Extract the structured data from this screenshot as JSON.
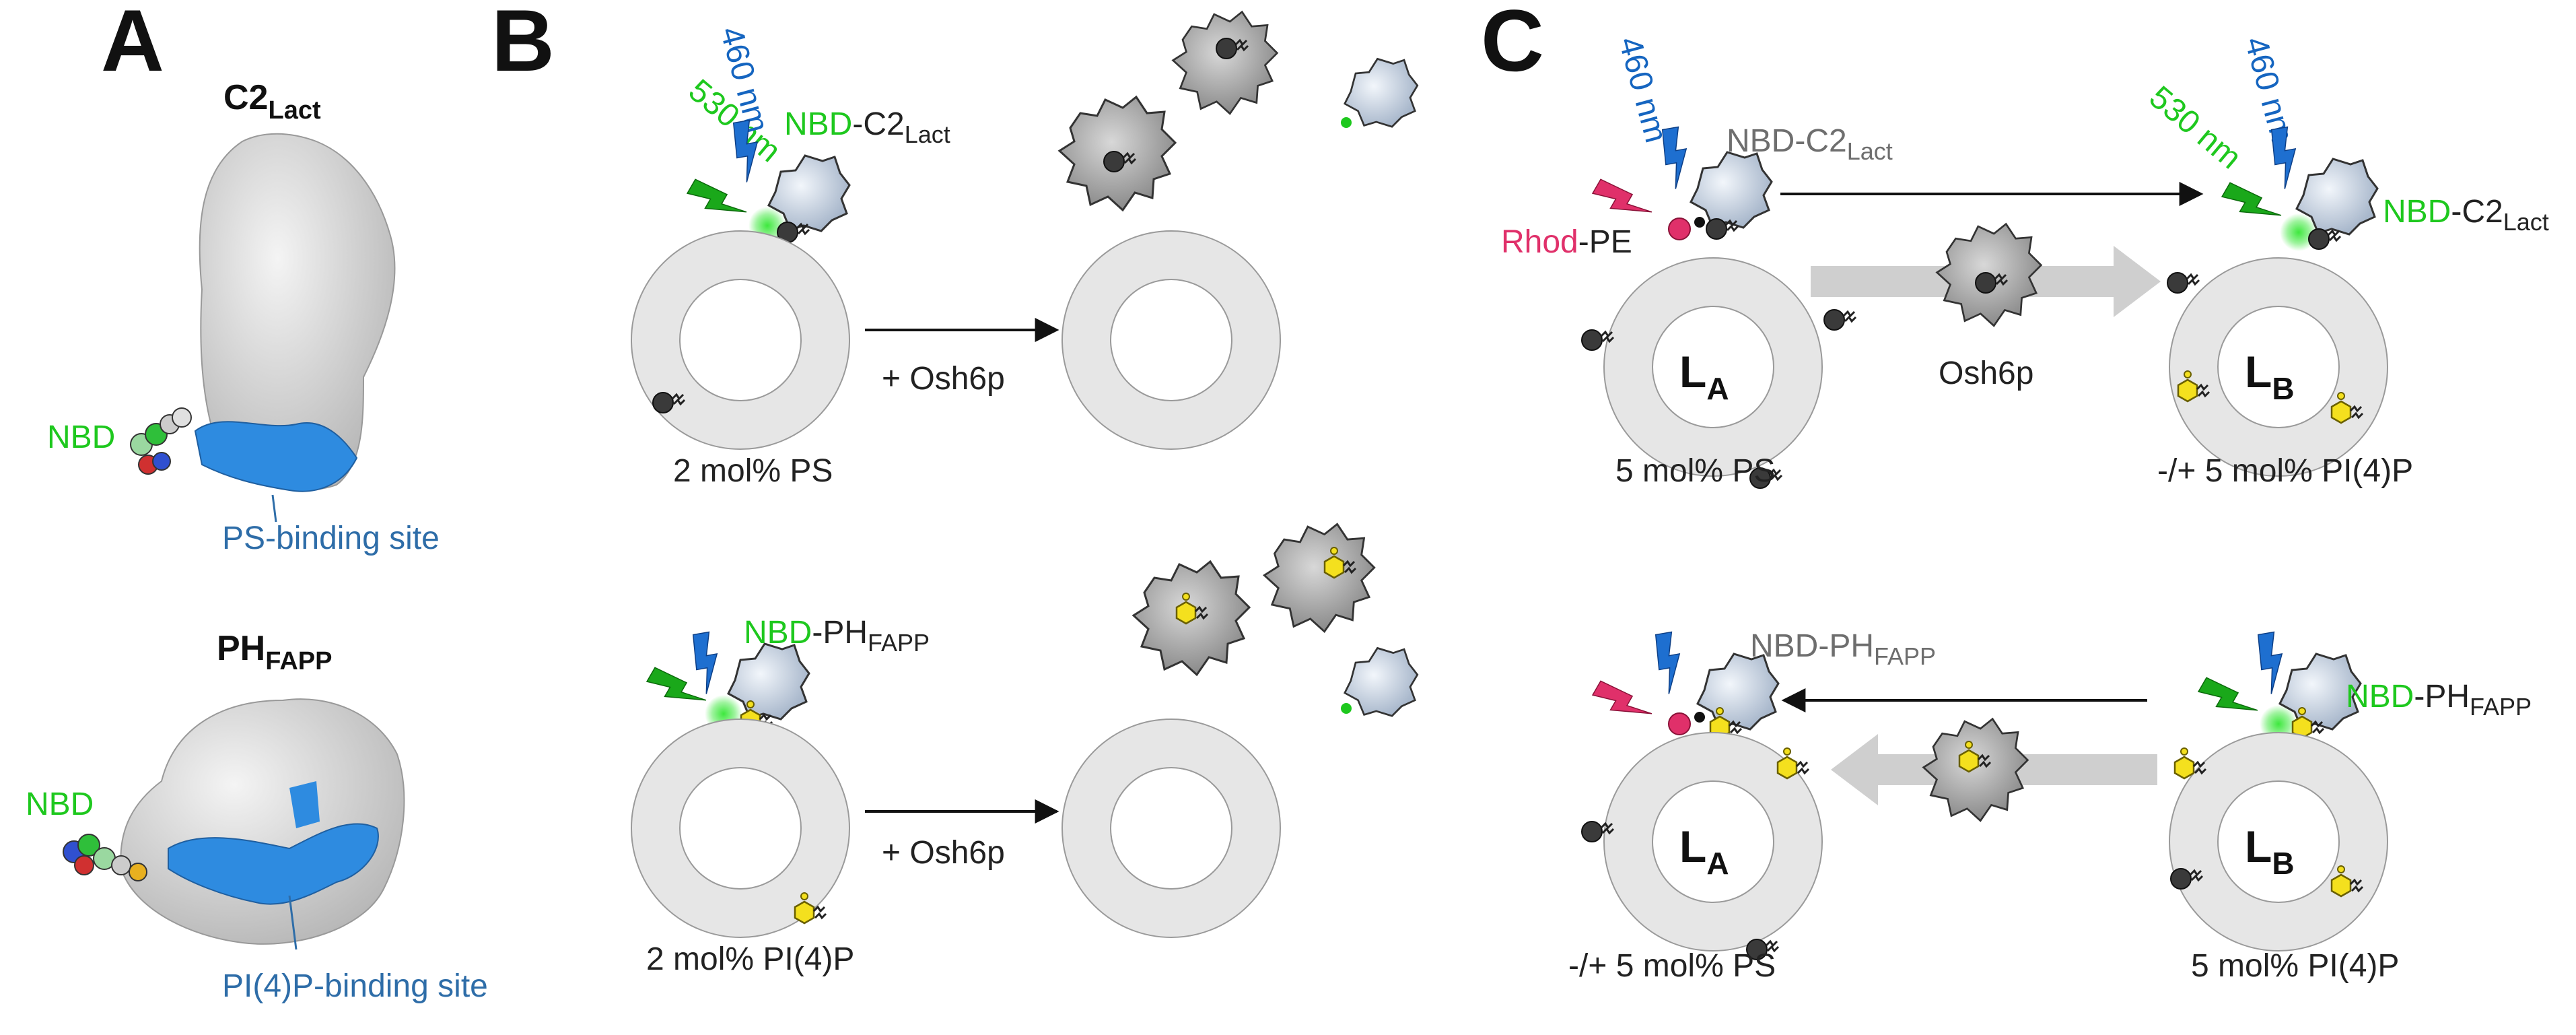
{
  "panels": {
    "a": "A",
    "b": "B",
    "c": "C"
  },
  "panel_a": {
    "protein1": "C2",
    "protein1_sub": "Lact",
    "nbd1": "NBD",
    "site1": "PS-binding site",
    "protein2": "PH",
    "protein2_sub": "FAPP",
    "nbd2": "NBD",
    "site2": "PI(4)P-binding site"
  },
  "panel_b": {
    "wl530": "530 nm",
    "wl460": "460 nm",
    "probe_top_nbd": "NBD",
    "probe_top_name": "-C2",
    "probe_top_sub": "Lact",
    "osh_top": "+ Osh6p",
    "lipo_top": "2 mol% PS",
    "probe_bot_nbd": "NBD",
    "probe_bot_name": "-PH",
    "probe_bot_sub": "FAPP",
    "osh_bot": "+ Osh6p",
    "lipo_bot": "2 mol% PI(4)P"
  },
  "panel_c": {
    "wl460_a": "460 nm",
    "wl530_b": "530 nm",
    "wl460_b": "460 nm",
    "probe_a_top": "NBD-C2",
    "probe_a_top_sub": "Lact",
    "probe_b_top_nbd": "NBD",
    "probe_b_top_name": "-C2",
    "probe_b_top_sub": "Lact",
    "rhod": "Rhod",
    "rhod_pe": "-PE",
    "la": "L",
    "la_sub": "A",
    "lb": "L",
    "lb_sub": "B",
    "osh": "Osh6p",
    "lipo_a_top": "5 mol% PS",
    "lipo_b_top": "-/+ 5 mol% PI(4)P",
    "probe_a_bot": "NBD-PH",
    "probe_a_bot_sub": "FAPP",
    "probe_b_bot_nbd": "NBD",
    "probe_b_bot_name": "-PH",
    "probe_b_bot_sub": "FAPP",
    "lipo_a_bot": "-/+ 5 mol% PS",
    "lipo_b_bot": "5 mol% PI(4)P"
  },
  "colors": {
    "nbd_green": "#1ec81e",
    "excitation_blue": "#1565c0",
    "rhodamine_pink": "#e0306a",
    "binding_site_blue": "#2e8be0",
    "pi4p_yellow": "#f4e01e",
    "ps_dark": "#3a3a3a",
    "liposome_gray": "#e6e6e6"
  }
}
